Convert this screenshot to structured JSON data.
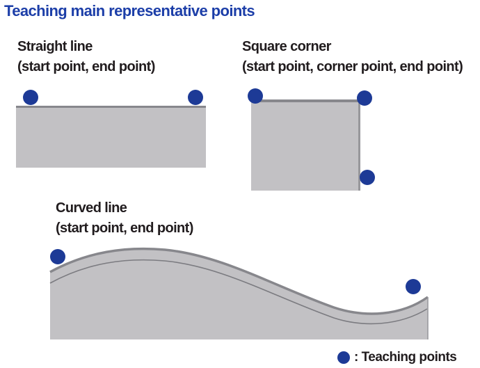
{
  "title": "Teaching main representative points",
  "colors": {
    "title_blue": "#1c3ea8",
    "teaching_point_blue": "#1d3a96",
    "workpiece_gray": "#c2c1c4",
    "edge_gray": "#87878c",
    "label_black": "#211c1e"
  },
  "figures": [
    {
      "id": "straight-line",
      "name": "Straight line",
      "detail": "(start point, end point)",
      "teaching_points": 2
    },
    {
      "id": "square-corner",
      "name": "Square corner",
      "detail": "(start point, corner point, end point)",
      "teaching_points": 3
    },
    {
      "id": "curved-line",
      "name": "Curved line",
      "detail": "(start point, end point)",
      "teaching_points": 2
    }
  ],
  "legend": {
    "marker": "teaching-point-dot",
    "label": ": Teaching points"
  }
}
